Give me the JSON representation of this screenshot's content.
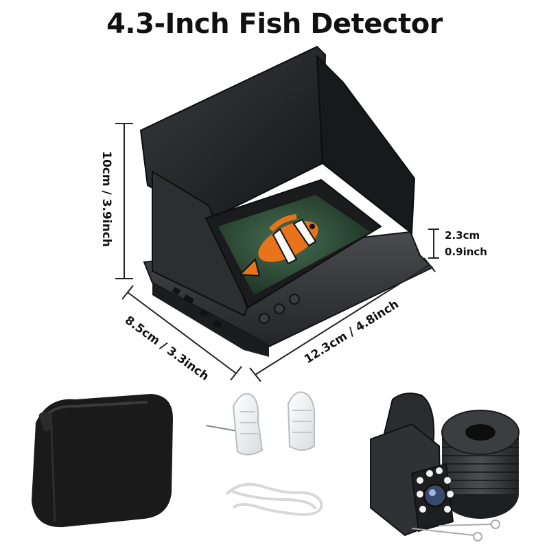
{
  "title": "4.3-Inch Fish Detector",
  "dimensions": {
    "height": "10cm / 3.9inch",
    "depth": "8.5cm / 3.3inch",
    "width": "12.3cm / 4.8inch",
    "thickness_cm": "2.3cm",
    "thickness_in": "0.9inch"
  },
  "items": [
    "monitor-with-sunshade",
    "carrying-case",
    "fish-attractor-floats",
    "charging-cable",
    "underwater-camera",
    "cable-reel"
  ],
  "colors": {
    "body": "#2c2d2f",
    "shade": "#1f2022",
    "screen_bg": "#2d4a38",
    "fish_orange": "#e8731b",
    "text": "#111111"
  }
}
